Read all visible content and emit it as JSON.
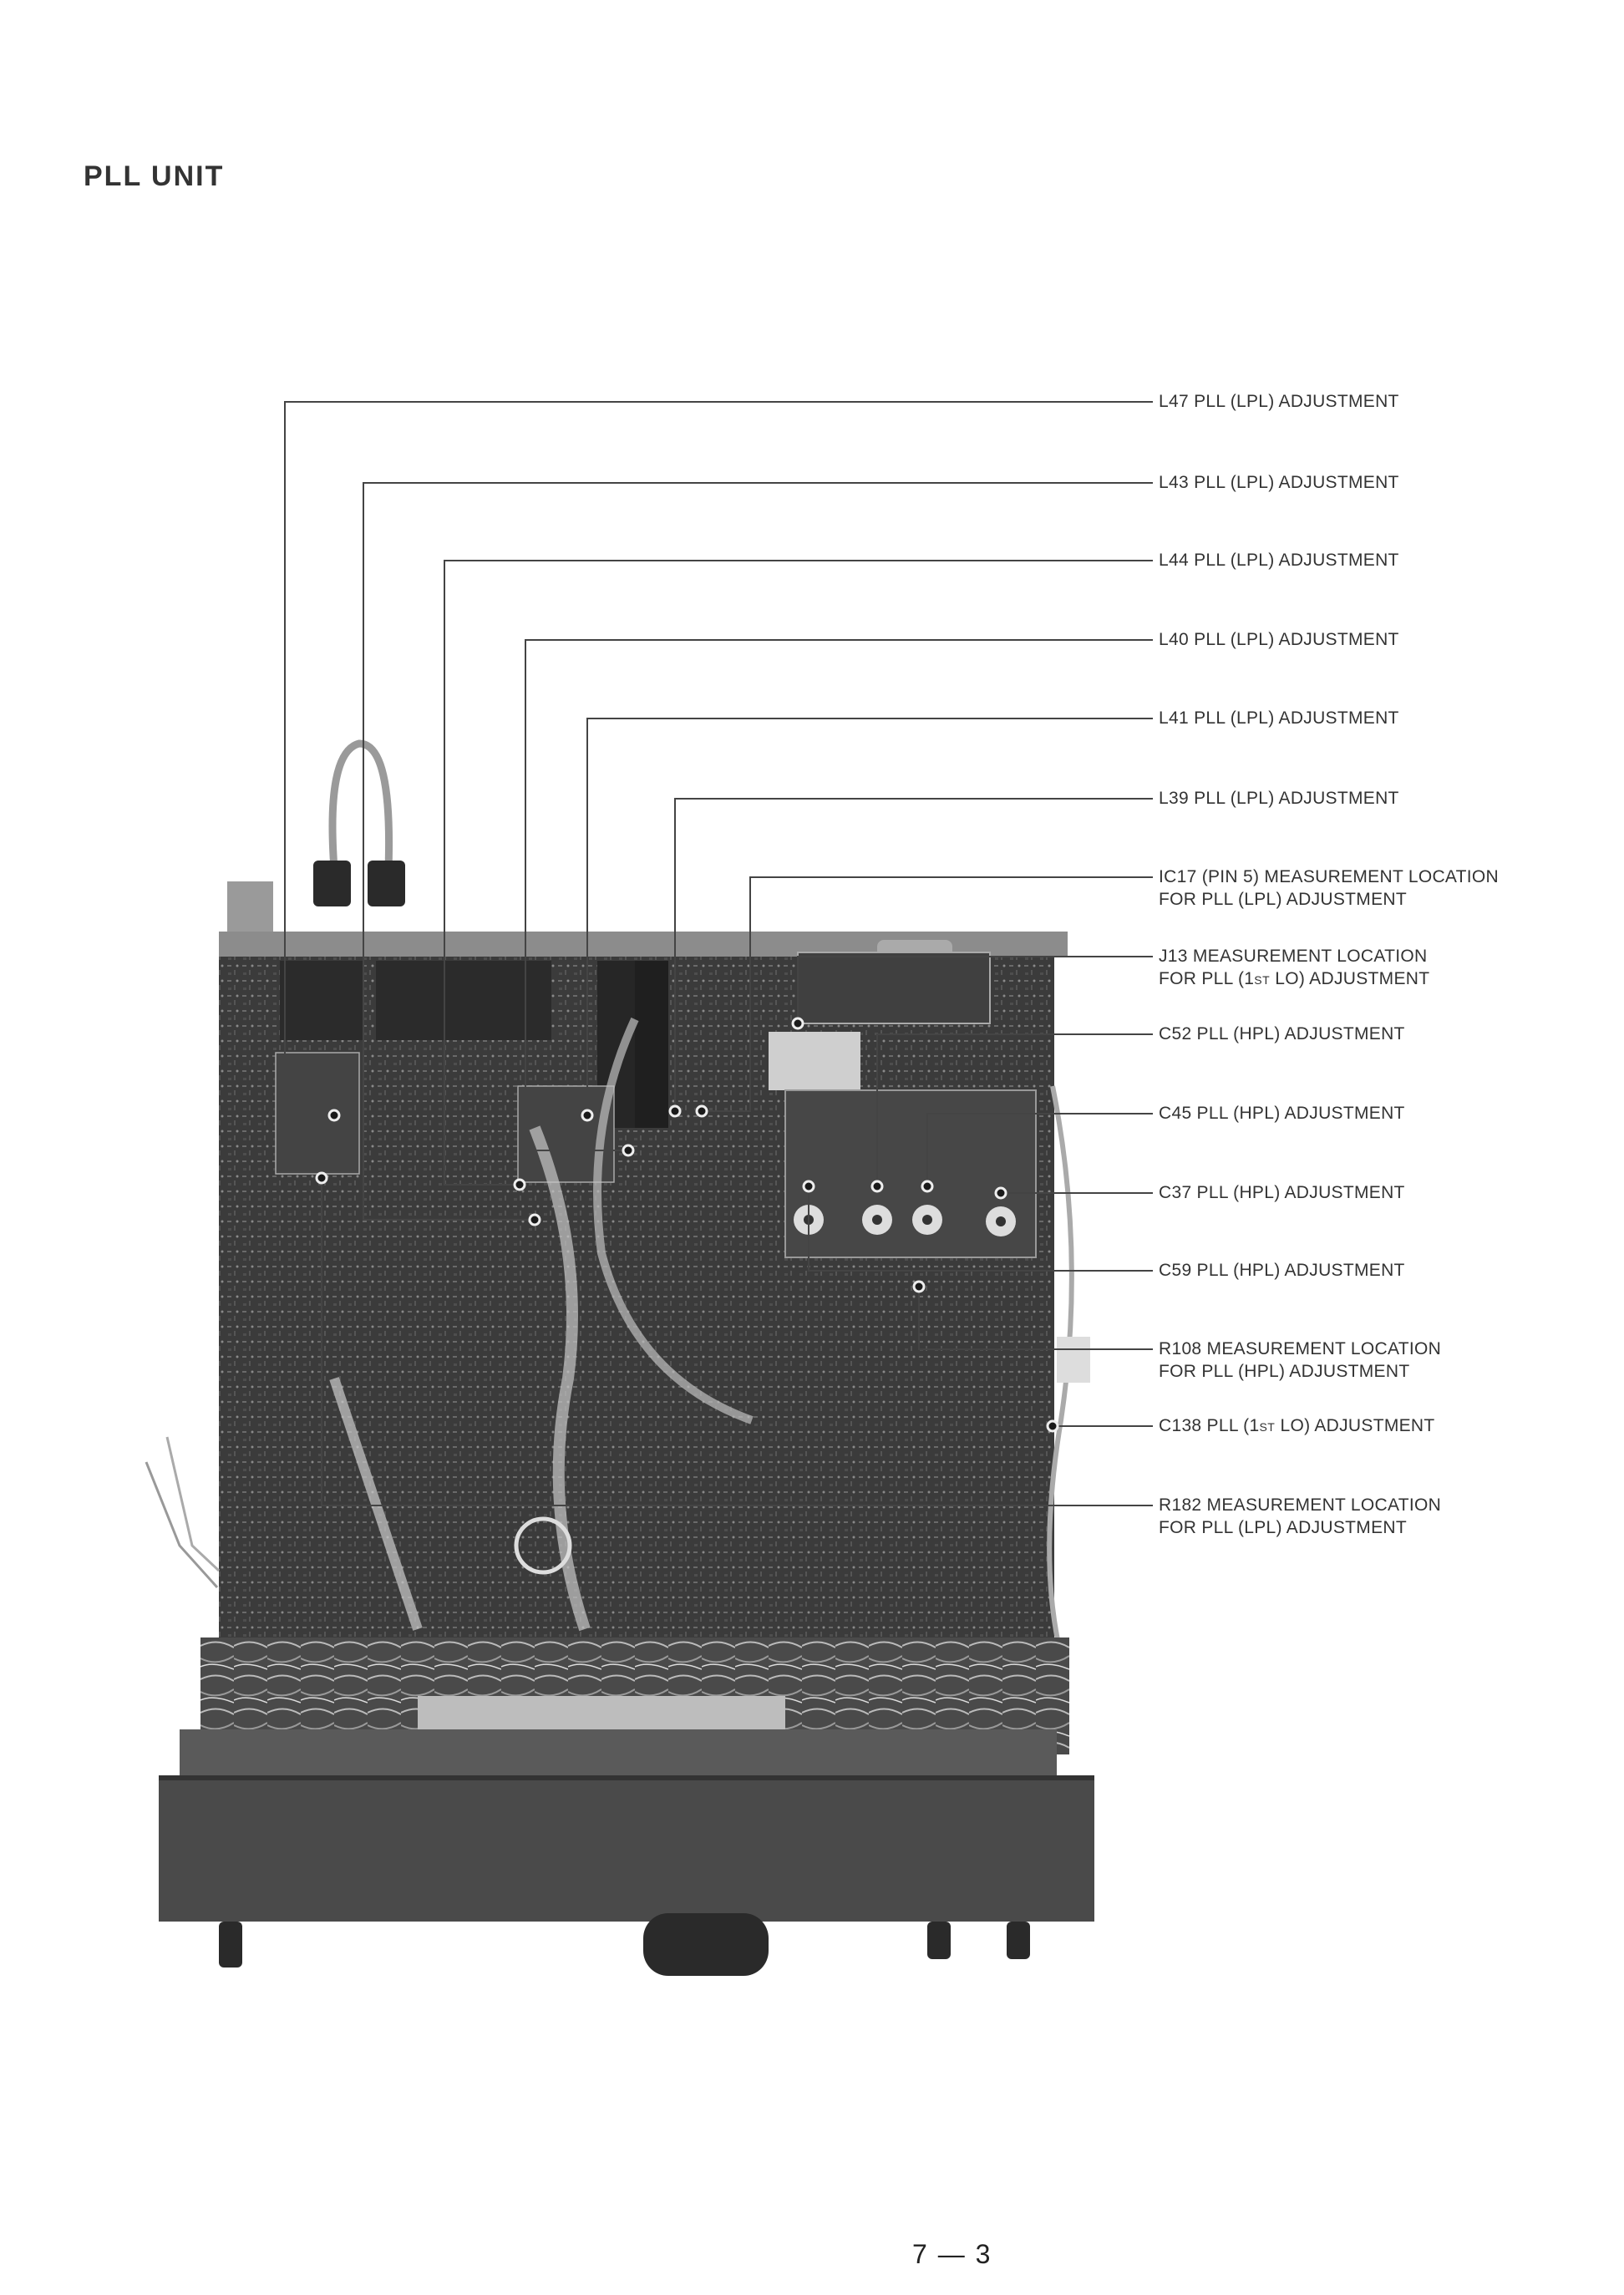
{
  "page": {
    "title": "PLL UNIT",
    "page_number": "7 — 3"
  },
  "callouts": [
    {
      "id": "L47",
      "line1": "L47 PLL (LPL) ADJUSTMENT",
      "line2": ""
    },
    {
      "id": "L43",
      "line1": "L43 PLL (LPL) ADJUSTMENT",
      "line2": ""
    },
    {
      "id": "L44",
      "line1": "L44 PLL (LPL) ADJUSTMENT",
      "line2": ""
    },
    {
      "id": "L40",
      "line1": "L40 PLL (LPL) ADJUSTMENT",
      "line2": ""
    },
    {
      "id": "L41",
      "line1": "L41 PLL (LPL) ADJUSTMENT",
      "line2": ""
    },
    {
      "id": "L39",
      "line1": "L39 PLL (LPL) ADJUSTMENT",
      "line2": ""
    },
    {
      "id": "IC17",
      "line1": "IC17 (PIN 5) MEASUREMENT LOCATION",
      "line2": "FOR PLL (LPL) ADJUSTMENT"
    },
    {
      "id": "J13",
      "line1": "J13 MEASUREMENT LOCATION",
      "line2_pre": "FOR PLL (1",
      "line2_sc": "ST",
      "line2_post": " LO) ADJUSTMENT"
    },
    {
      "id": "C52",
      "line1": "C52 PLL (HPL) ADJUSTMENT",
      "line2": ""
    },
    {
      "id": "C45",
      "line1": "C45 PLL (HPL) ADJUSTMENT",
      "line2": ""
    },
    {
      "id": "C37",
      "line1": "C37 PLL (HPL) ADJUSTMENT",
      "line2": ""
    },
    {
      "id": "C59",
      "line1": "C59 PLL (HPL) ADJUSTMENT",
      "line2": ""
    },
    {
      "id": "R108",
      "line1": "R108 MEASUREMENT LOCATION",
      "line2": "FOR PLL (HPL) ADJUSTMENT"
    },
    {
      "id": "C138",
      "line1_pre": "C138 PLL (1",
      "line1_sc": "ST",
      "line1_post": " LO) ADJUSTMENT",
      "line2": ""
    },
    {
      "id": "R182",
      "line1": "R182 MEASUREMENT LOCATION",
      "line2": "FOR PLL (LPL) ADJUSTMENT"
    }
  ],
  "photo": {
    "description": "Top view of transceiver chassis showing PLL unit circuit board, wiring harness and front panel"
  },
  "colors": {
    "paper": "#ffffff",
    "text": "#333333",
    "leader_line": "#444444",
    "pcb_dark": "#3a3a3a",
    "pcb_mid": "#5a5a5a",
    "chassis_light": "#bdbdbd",
    "front_panel": "#4a4a4a"
  }
}
